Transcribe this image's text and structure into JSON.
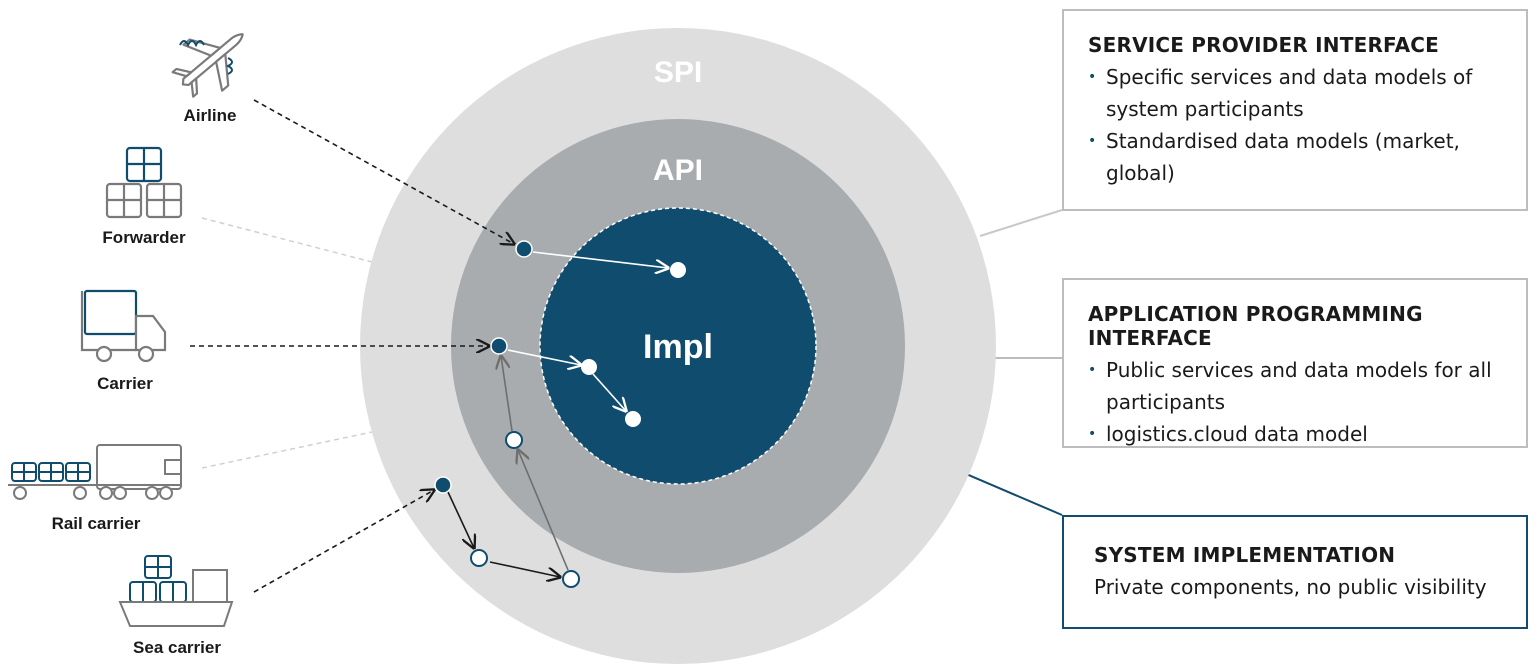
{
  "layers": {
    "spi_label": "SPI",
    "api_label": "API",
    "impl_label": "Impl"
  },
  "actors": [
    {
      "label": "Airline",
      "icon": "airplane-icon"
    },
    {
      "label": "Forwarder",
      "icon": "packages-icon"
    },
    {
      "label": "Carrier",
      "icon": "truck-icon"
    },
    {
      "label": "Rail carrier",
      "icon": "train-icon"
    },
    {
      "label": "Sea carrier",
      "icon": "ship-icon"
    }
  ],
  "info_boxes": {
    "spi": {
      "title": "SERVICE PROVIDER INTERFACE",
      "bullets": [
        "Specific services and data models of system participants",
        "Standardised data models (market, global)"
      ]
    },
    "api": {
      "title": "APPLICATION PROGRAMMING INTERFACE",
      "bullets": [
        "Public services and data models for all participants",
        "logistics.cloud data model"
      ]
    },
    "impl": {
      "title": "SYSTEM IMPLEMENTATION",
      "text": "Private components, no public visibility"
    }
  },
  "colors": {
    "spi_ring": "#dedede",
    "api_ring": "#a8acae",
    "impl_core": "#0f4c6e",
    "accent": "#0f4c6e",
    "icon_gray": "#7a7a7a",
    "box_border": "#bdbdbd"
  }
}
